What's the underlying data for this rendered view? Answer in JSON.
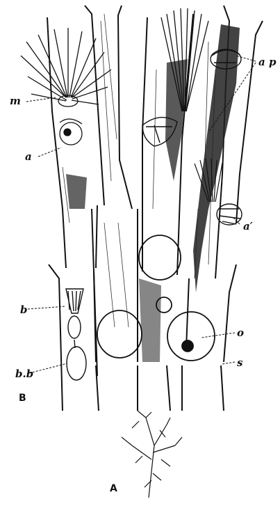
{
  "figure": {
    "panel_labels": {
      "b_panel": "B",
      "a_panel": "A"
    },
    "labels": {
      "m": "m",
      "a": "a",
      "ap": "a p",
      "a_prime": "a′",
      "b": "b",
      "bb": "b.b",
      "o": "o",
      "s": "s"
    }
  },
  "colors": {
    "ink": "#111111",
    "paper": "#ffffff"
  }
}
